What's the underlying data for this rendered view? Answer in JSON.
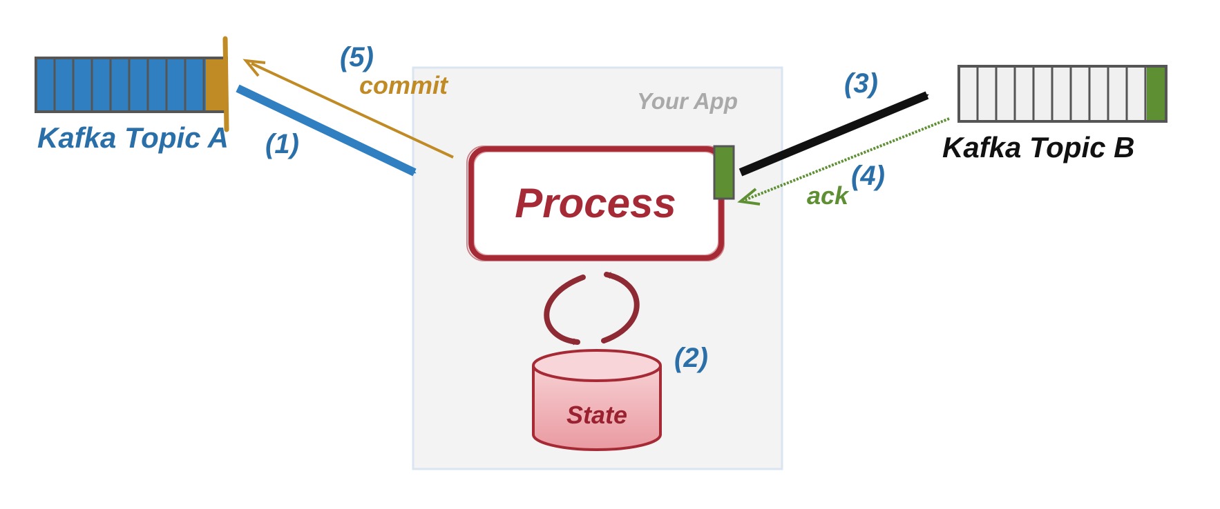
{
  "topic_a": {
    "label": "Kafka Topic A",
    "color": "#2f7fc1",
    "marker_color": "#c08a24"
  },
  "topic_b": {
    "label": "Kafka Topic B",
    "color": "#f0f0f0",
    "marker_color": "#5e8f33"
  },
  "app": {
    "label": "Your App"
  },
  "process": {
    "label": "Process",
    "color": "#a62a35"
  },
  "state": {
    "label": "State"
  },
  "steps": {
    "s1": "(1)",
    "s2": "(2)",
    "s3": "(3)",
    "s4": "(4)",
    "s5": "(5)"
  },
  "edge_labels": {
    "commit": "commit",
    "ack": "ack"
  },
  "colors": {
    "step_blue": "#2a6fa8",
    "commit": "#c08a24",
    "ack": "#5e8f33",
    "produce": "#111111",
    "consume": "#2f7fc1",
    "state_fill": "#f2b8bd",
    "state_stroke": "#a62a35"
  }
}
